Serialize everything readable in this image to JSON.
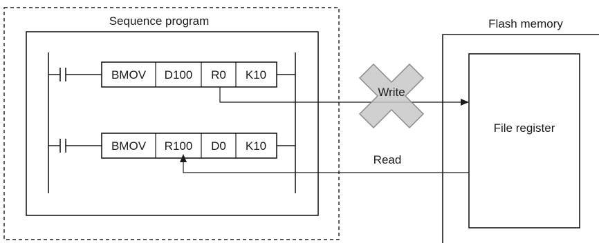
{
  "sequence_program": {
    "title": "Sequence program",
    "rung1": {
      "instruction": "BMOV",
      "source": "D100",
      "destination": "R0",
      "count": "K10"
    },
    "rung2": {
      "instruction": "BMOV",
      "source": "R100",
      "destination": "D0",
      "count": "K10"
    }
  },
  "flash_memory": {
    "title": "Flash memory",
    "file_register_label": "File register"
  },
  "arrows": {
    "write_label": "Write",
    "read_label": "Read",
    "write_blocked": true
  },
  "colors": {
    "line": "#1a1a1a",
    "prohibit_cross_fill": "#c8c8c8",
    "prohibit_cross_stroke": "#8a8a8a"
  }
}
